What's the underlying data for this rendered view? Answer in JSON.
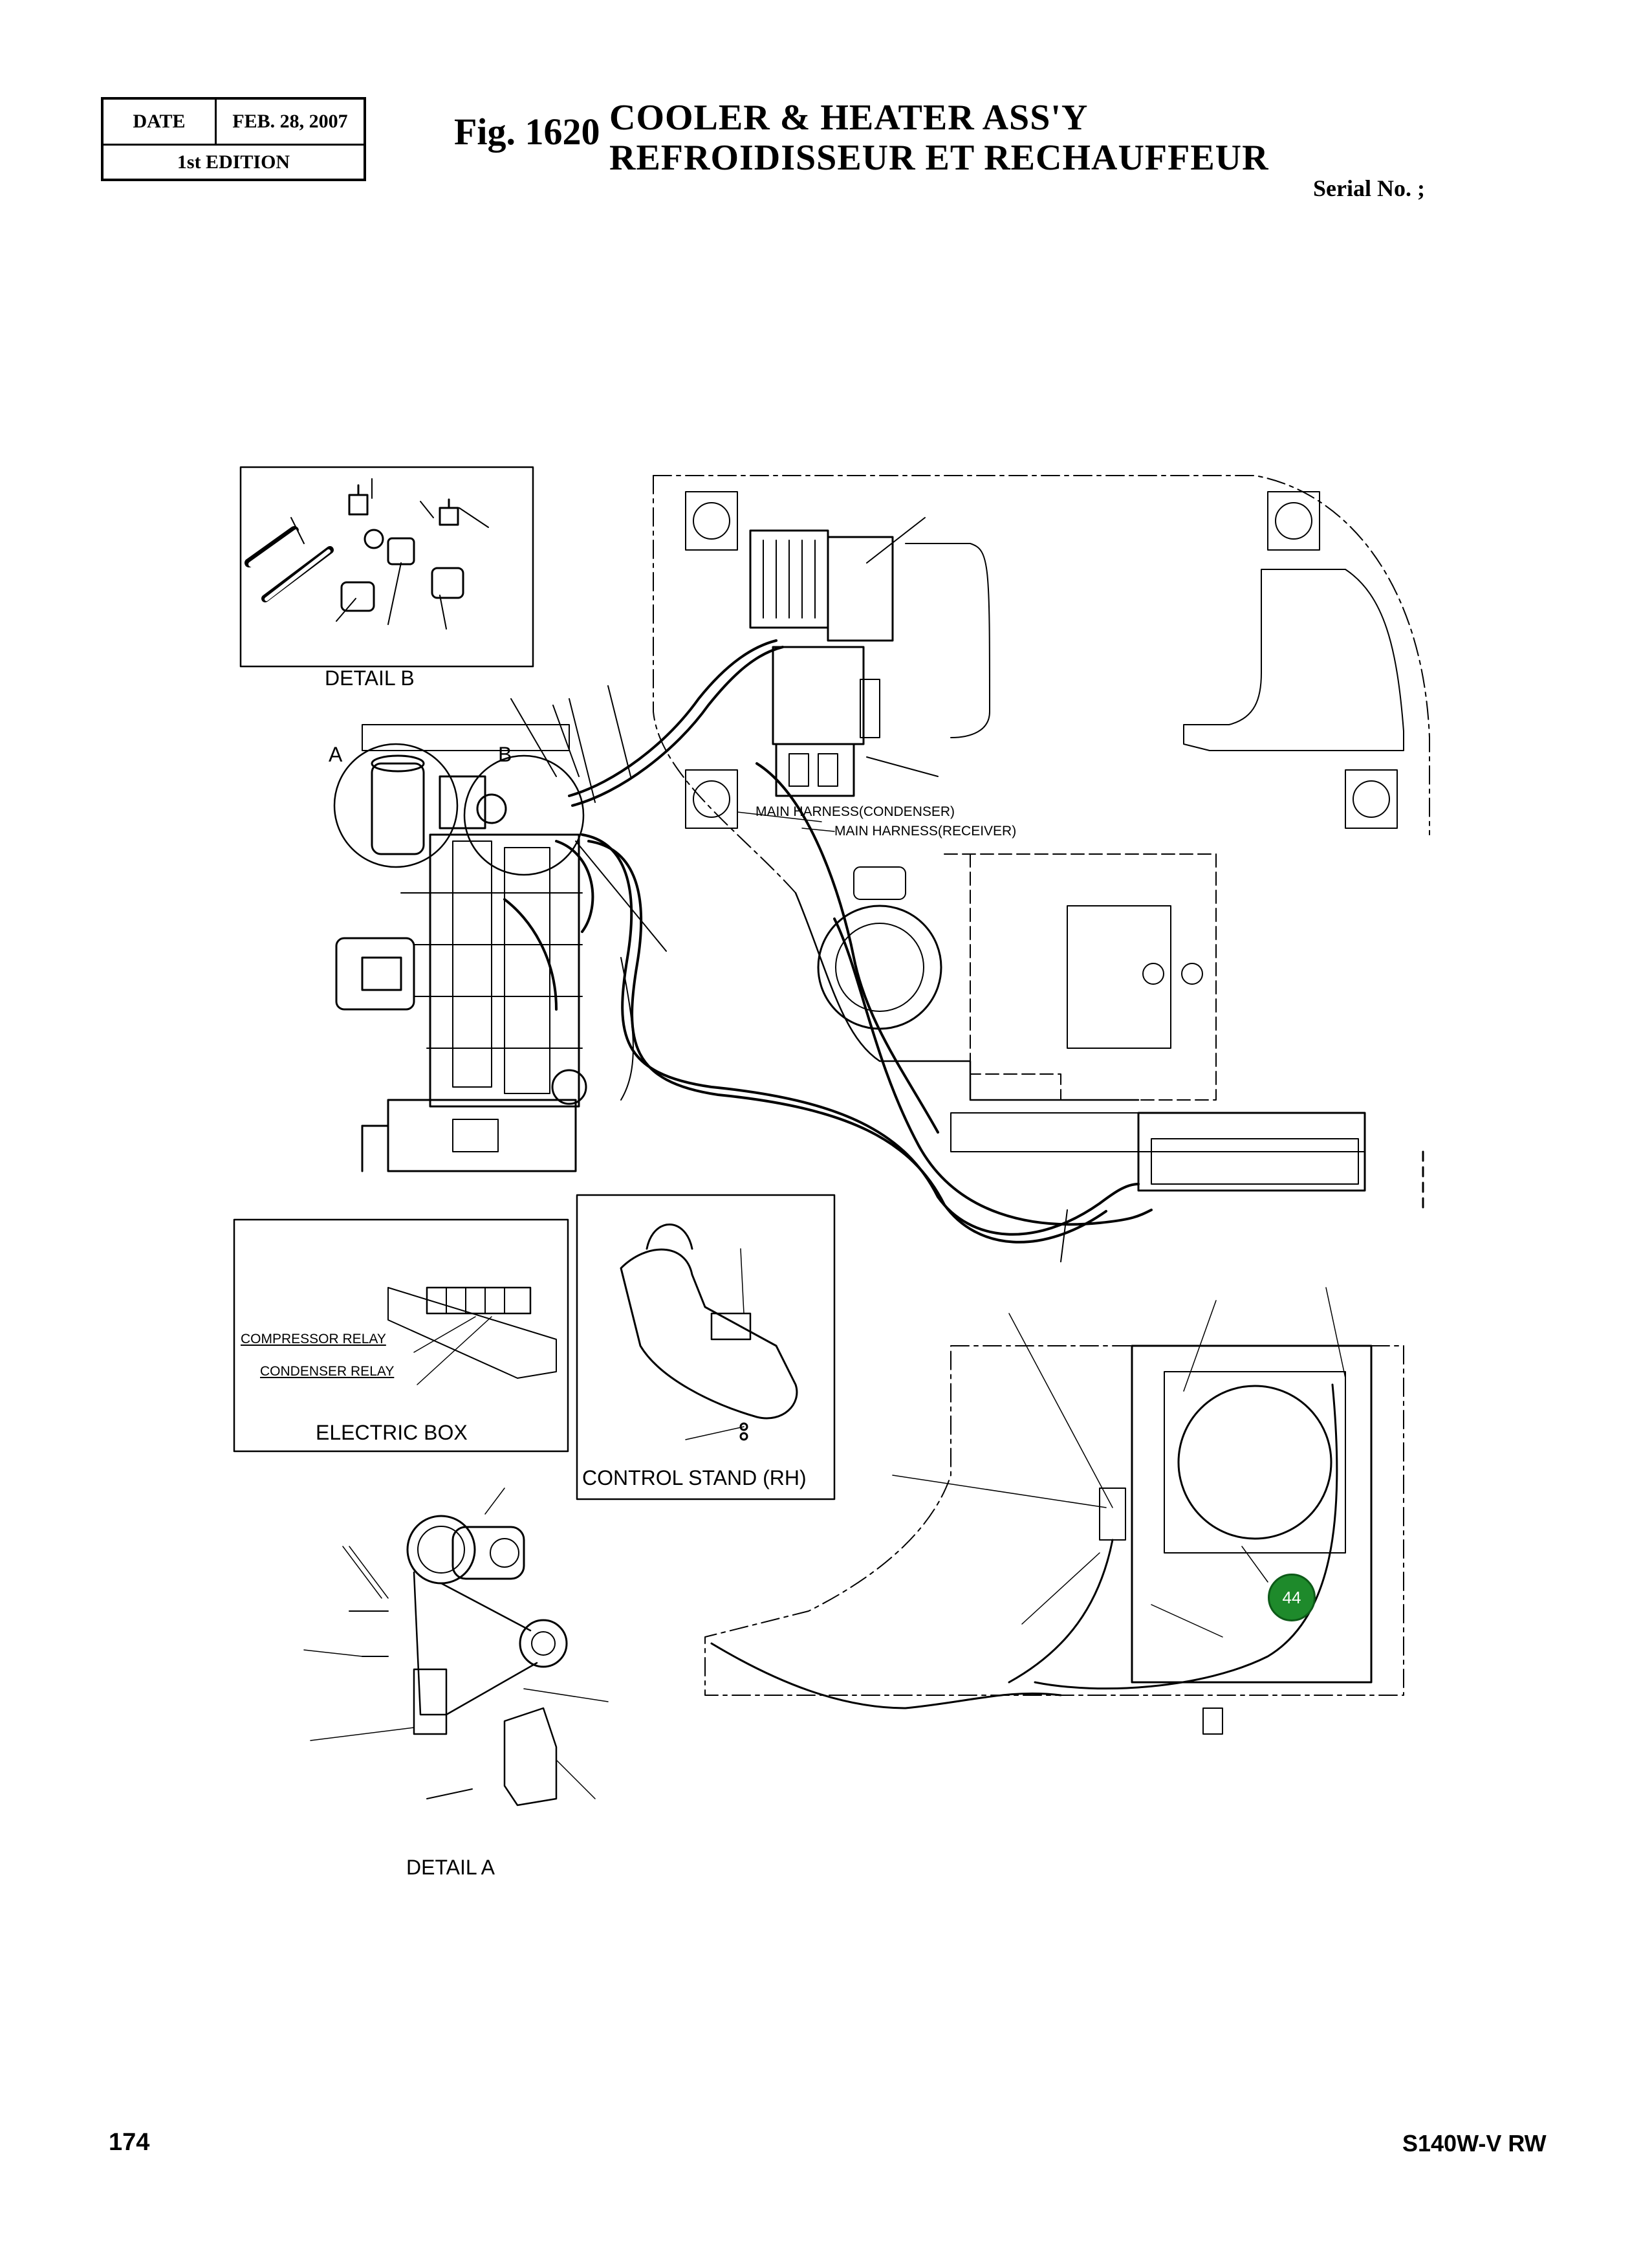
{
  "header": {
    "date_label": "DATE",
    "date_value": "FEB. 28, 2007",
    "edition": "1st EDITION",
    "fig_label": "Fig. 1620",
    "title_en": "COOLER & HEATER ASS'Y",
    "title_fr": "REFROIDISSEUR ET RECHAUFFEUR",
    "serial": "Serial No. ;"
  },
  "views": {
    "detail_b": "DETAIL  B",
    "detail_a": "DETAIL  A",
    "marker_a": "A",
    "marker_b": "B",
    "electric_box": "ELECTRIC BOX",
    "control_stand": "CONTROL STAND (RH)"
  },
  "labels": {
    "harness_condenser": "MAIN HARNESS(CONDENSER)",
    "harness_receiver": "MAIN HARNESS(RECEIVER)",
    "compressor_relay": "COMPRESSOR RELAY",
    "condenser_relay": "CONDENSER RELAY"
  },
  "callouts": [
    {
      "number": "44",
      "color": "#1e8a2b"
    }
  ],
  "footer": {
    "page": "174",
    "model": "S140W-V RW"
  }
}
